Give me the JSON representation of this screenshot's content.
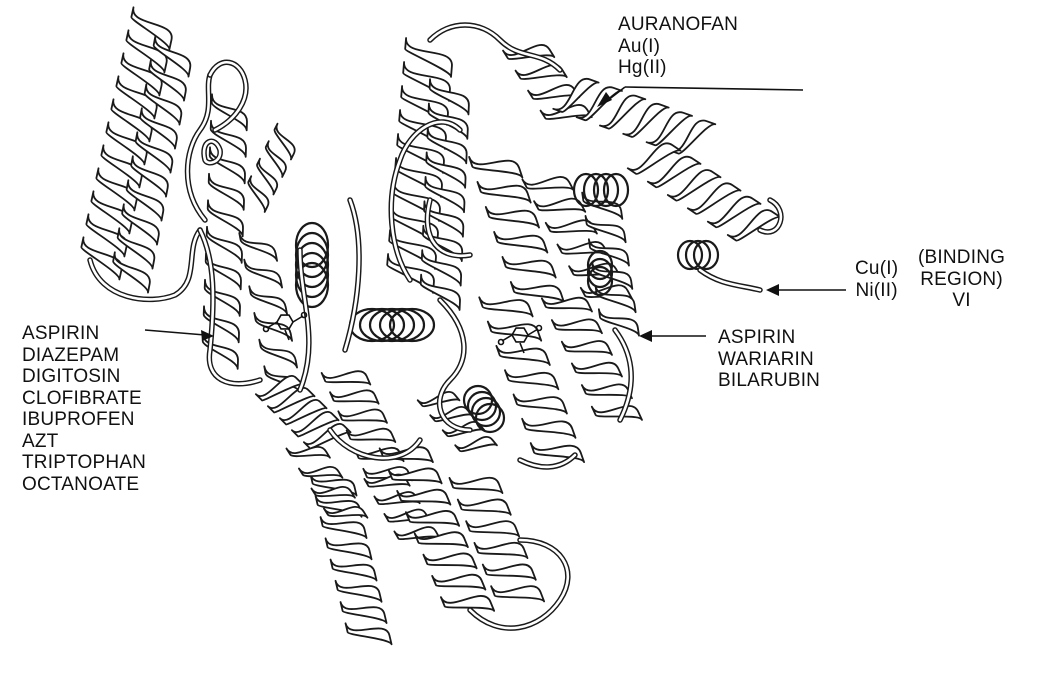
{
  "figure": {
    "labels": {
      "left_site": [
        "ASPIRIN",
        "DIAZEPAM",
        "DIGITOSIN",
        "CLOFIBRATE",
        "IBUPROFEN",
        "AZT",
        "TRIPTOPHAN",
        "OCTANOATE"
      ],
      "top_site": [
        "AURANOFAN",
        "Au(I)",
        "Hg(II)"
      ],
      "right_site": [
        "ASPIRIN",
        "WARIARIN",
        "BILARUBIN"
      ],
      "metal_site": [
        "Cu(I)",
        "Ni(II)"
      ],
      "binding_region": [
        "(BINDING",
        "REGION)",
        "VI"
      ]
    },
    "colors": {
      "ink": "#1a1a1a",
      "background": "#ffffff"
    }
  }
}
